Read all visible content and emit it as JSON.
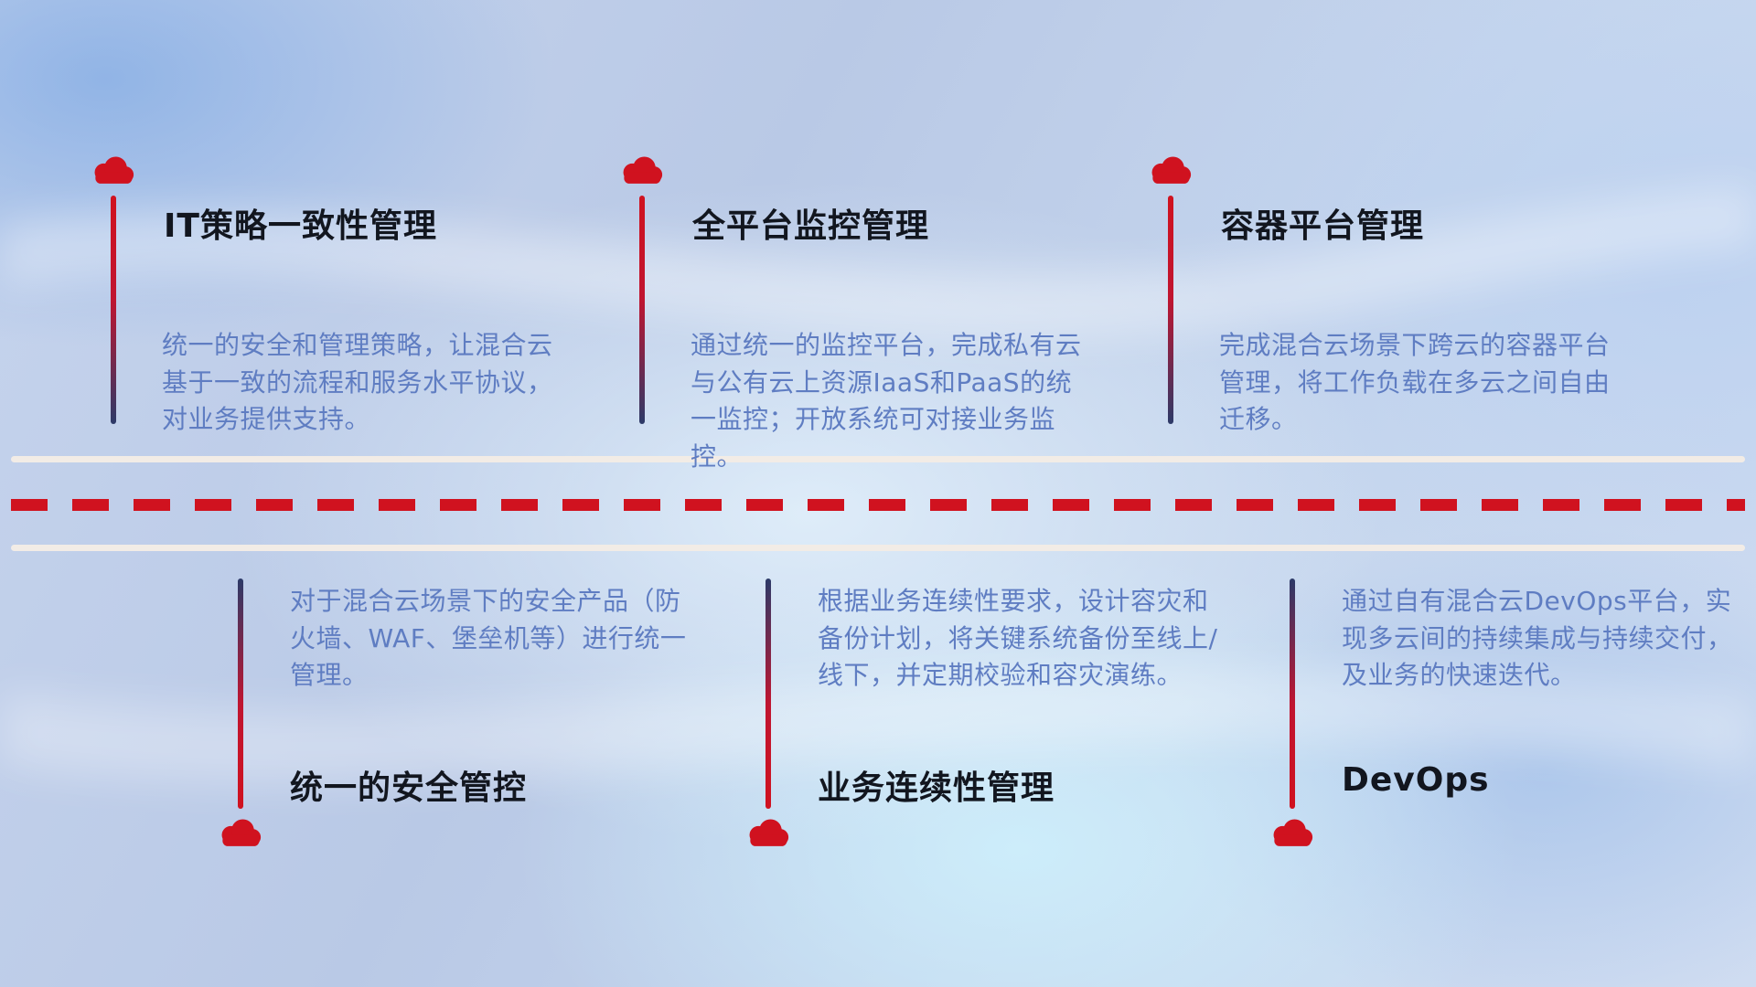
{
  "diagram": {
    "top_items": [
      {
        "title": "IT策略一致性管理",
        "description": "统一的安全和管理策略，让混合云基于一致的流程和服务水平协议，对业务提供支持。"
      },
      {
        "title": "全平台监控管理",
        "description": "通过统一的监控平台，完成私有云与公有云上资源IaaS和PaaS的统一监控；开放系统可对接业务监控。"
      },
      {
        "title": "容器平台管理",
        "description": "完成混合云场景下跨云的容器平台管理，将工作负载在多云之间自由迁移。"
      }
    ],
    "bottom_items": [
      {
        "title": "统一的安全管控",
        "description": "对于混合云场景下的安全产品（防火墙、WAF、堡垒机等）进行统一管理。"
      },
      {
        "title": "业务连续性管理",
        "description": "根据业务连续性要求，设计容灾和备份计划，将关键系统备份至线上/线下，并定期校验和容灾演练。"
      },
      {
        "title": "DevOps",
        "description": "通过自有混合云DevOps平台，实现多云间的持续集成与持续交付，及业务的快速迭代。"
      }
    ],
    "colors": {
      "accent_red": "#d0121f",
      "line_navy": "#2c3a68",
      "title_text": "#12161f",
      "description_text": "#5f7dc2",
      "road_line": "#f2ece6"
    }
  }
}
